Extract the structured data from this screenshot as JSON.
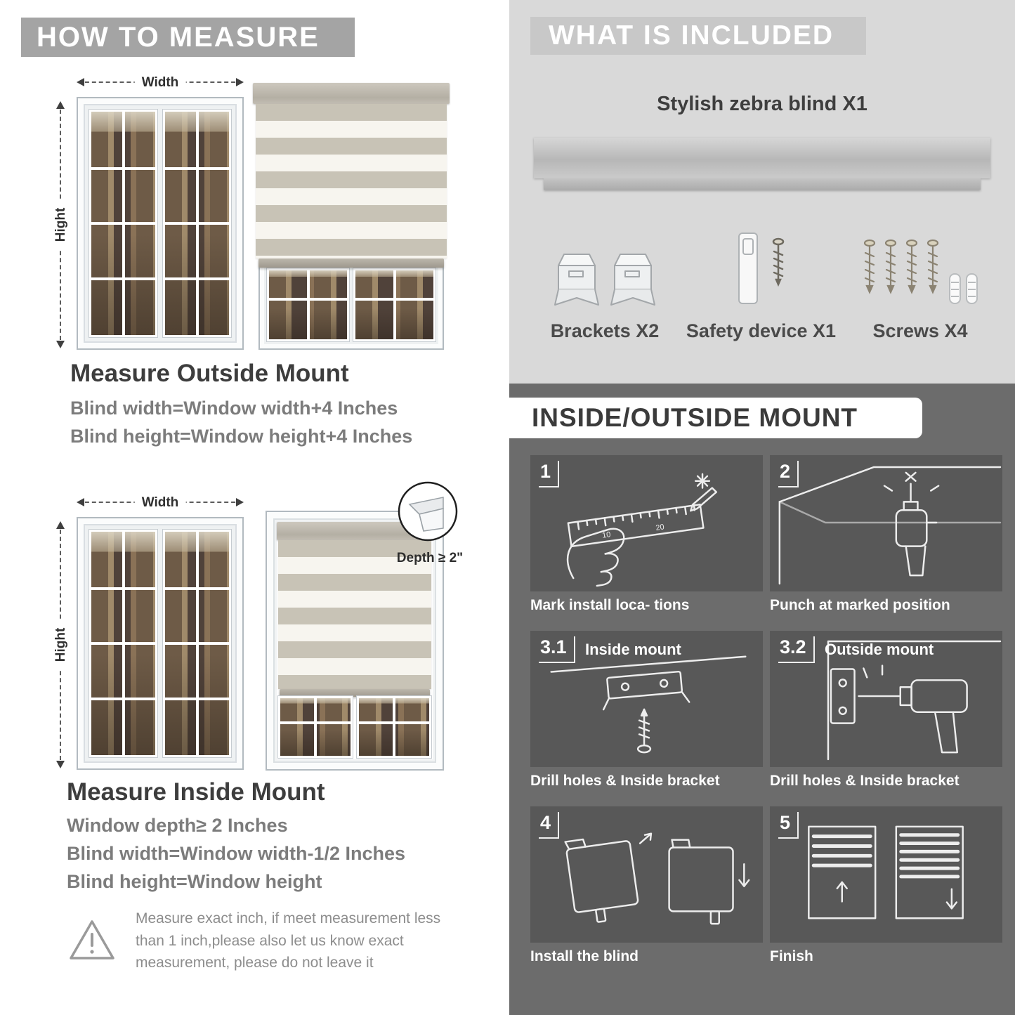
{
  "palette": {
    "banner_gray": "#a4a4a4",
    "included_bg": "#d9d9d9",
    "included_banner": "#c8c8c8",
    "dark_section": "#6c6c6c",
    "panel_bg": "#585858",
    "heading_text": "#3d3d3d",
    "formula_text": "#7c7c7c"
  },
  "measure": {
    "header": "HOW TO MEASURE",
    "outside": {
      "width_label": "Width",
      "height_label": "Hight",
      "title": "Measure Outside Mount",
      "formulas": [
        "Blind width=Window width+4 Inches",
        "Blind height=Window height+4 Inches"
      ]
    },
    "inside": {
      "width_label": "Width",
      "height_label": "Hight",
      "depth_note": "Depth ≥ 2\"",
      "title": "Measure Inside Mount",
      "formulas": [
        "Window depth≥ 2 Inches",
        "Blind width=Window width-1/2 Inches",
        "Blind height=Window height"
      ]
    },
    "warning_lines": [
      "Measure exact inch, if meet measurement less",
      "than 1 inch,please also let us know exact",
      "measurement, please do not leave it"
    ]
  },
  "included": {
    "header": "WHAT IS INCLUDED",
    "blind_label": "Stylish zebra blind X1",
    "items": [
      {
        "label": "Brackets X2"
      },
      {
        "label": "Safety device X1"
      },
      {
        "label": "Screws X4"
      }
    ]
  },
  "mount": {
    "header": "INSIDE/OUTSIDE MOUNT",
    "steps": [
      {
        "num": "1",
        "label": "",
        "caption": "Mark install loca- tions"
      },
      {
        "num": "2",
        "label": "",
        "caption": "Punch at  marked position"
      },
      {
        "num": "3.1",
        "label": "Inside mount",
        "caption": "Drill holes &  Inside bracket"
      },
      {
        "num": "3.2",
        "label": "Outside mount",
        "caption": "Drill holes &  Inside bracket"
      },
      {
        "num": "4",
        "label": "",
        "caption": "Install the blind"
      },
      {
        "num": "5",
        "label": "",
        "caption": "Finish"
      }
    ]
  }
}
